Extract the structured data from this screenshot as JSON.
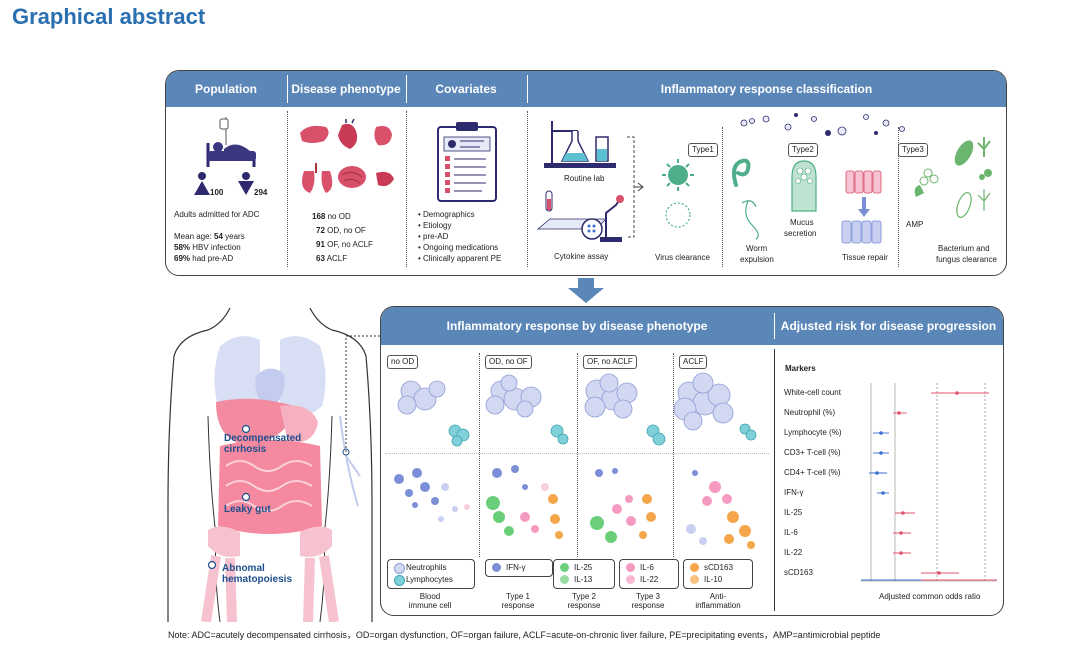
{
  "title": "Graphical abstract",
  "top_panel": {
    "headers": {
      "population": "Population",
      "phenotype": "Disease phenotype",
      "covariates": "Covariates",
      "classification": "Inflammatory response classification"
    },
    "population": {
      "female_count": "100",
      "male_count": "294",
      "admitted": "Adults admitted for ADC",
      "mean_age_label": "Mean age: ",
      "mean_age_value": "54",
      "mean_age_unit": " years",
      "hbv_value": "58%",
      "hbv_label": " HBV infection",
      "pread_value": "69%",
      "pread_label": " had pre-AD"
    },
    "phenotypes": [
      {
        "count": "168",
        "label": "no OD"
      },
      {
        "count": "72",
        "label": "OD, no OF"
      },
      {
        "count": "91",
        "label": "OF, no ACLF"
      },
      {
        "count": "63",
        "label": "ACLF"
      }
    ],
    "covariates": [
      "• Demographics",
      "• Etiology",
      "• pre-AD",
      "• Ongoing medications",
      "• Clinically apparent PE"
    ],
    "classification": {
      "routine_lab": "Routine lab",
      "cytokine_assay": "Cytokine assay",
      "type1": "Type1",
      "type2": "Type2",
      "type3": "Type3",
      "virus_clearance": "Virus clearance",
      "worm_expulsion_1": "Worm",
      "worm_expulsion_2": "expulsion",
      "mucus_1": "Mucus",
      "mucus_2": "secretion",
      "tissue_repair": "Tissue repair",
      "amp": "AMP",
      "bacterium_1": "Bacterium and",
      "bacterium_2": "fungus clearance"
    }
  },
  "body_labels": {
    "decompensated_1": "Decompensated",
    "decompensated_2": "cirrhosis",
    "leaky_gut": "Leaky gut",
    "abnormal_1": "Abnomal",
    "abnormal_2": "hematopoiesis"
  },
  "bottom_panel": {
    "header_left": "Inflammatory response by disease phenotype",
    "header_right": "Adjusted risk for disease progression",
    "tags": [
      "no OD",
      "OD, no OF",
      "OF, no ACLF",
      "ACLF"
    ],
    "legend": {
      "neutrophils": "Neutrophils",
      "lymphocytes": "Lymphocytes",
      "ifn": "IFN-γ",
      "il25": "IL-25",
      "il13": "IL-13",
      "il6": "IL-6",
      "il22": "IL-22",
      "scd163": "sCD163",
      "il10": "IL-10"
    },
    "captions": {
      "blood_1": "Blood",
      "blood_2": "immune cell",
      "type1_1": "Type 1",
      "type1_2": "response",
      "type2_1": "Type 2",
      "type2_2": "response",
      "type3_1": "Type 3",
      "type3_2": "response",
      "anti_1": "Anti-",
      "anti_2": "inflammation"
    },
    "forest": {
      "markers_title": "Markers",
      "xlabel": "Adjusted common odds ratio",
      "markers": [
        "White-cell count",
        "Neutrophil (%)",
        "Lymphocyte (%)",
        "CD3+ T-cell (%)",
        "CD4+ T-cell (%)",
        "IFN-γ",
        "IL-25",
        "IL-6",
        "IL-22",
        "sCD163"
      ]
    }
  },
  "note": "Note:  ADC=acutely decompensated cirrhosis，OD=organ dysfunction, OF=organ failure, ACLF=acute-on-chronic liver failure, PE=precipitating events，AMP=antimicrobial peptide",
  "colors": {
    "header": "#5b86b8",
    "title": "#2a6fb0",
    "neutrophil": "#b9c3e6",
    "lymphocyte": "#6cc4cf",
    "type1": "#7b8fd6",
    "type2": "#6bcf7a",
    "type3": "#f59bc2",
    "anti": "#f5a64a",
    "risk_up": "#e0546b",
    "risk_down": "#3a6fd0"
  }
}
